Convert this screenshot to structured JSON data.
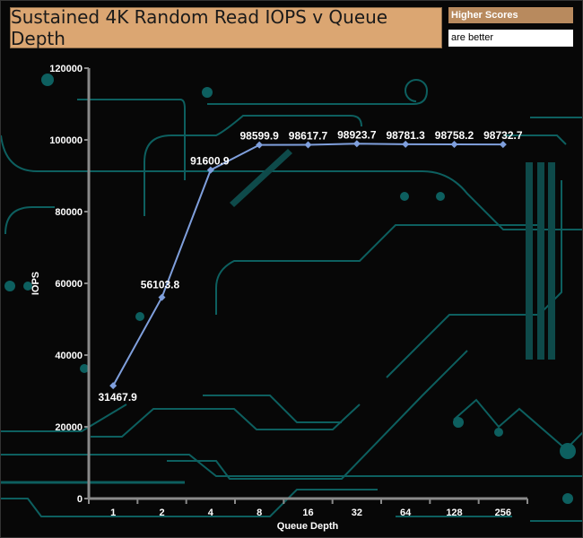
{
  "header": {
    "title": "Sustained 4K Random Read IOPS v Queue Depth",
    "legend_line1": "Higher Scores",
    "legend_line2": "are better"
  },
  "colors": {
    "title_bg": "#dba672",
    "line": "#7f9fdc",
    "axis": "#8a8a8a",
    "circuit": "#0d5f5f"
  },
  "chart_data": {
    "type": "line",
    "title": "Sustained 4K Random Read IOPS v Queue Depth",
    "xlabel": "Queue Depth",
    "ylabel": "IOPS",
    "categories": [
      "1",
      "2",
      "4",
      "8",
      "16",
      "32",
      "64",
      "128",
      "256"
    ],
    "values": [
      31467.9,
      56103.8,
      91600.9,
      98599.9,
      98617.7,
      98923.7,
      98781.3,
      98758.2,
      98732.7
    ],
    "labels": [
      "31467.9",
      "56103.8",
      "91600.9",
      "98599.9",
      "98617.7",
      "98923.7",
      "98781.3",
      "98758.2",
      "98732.7"
    ],
    "ylim": [
      0,
      120000
    ],
    "yticks": [
      "0",
      "20000",
      "40000",
      "60000",
      "80000",
      "100000",
      "120000"
    ],
    "grid": false,
    "legend": "none"
  }
}
